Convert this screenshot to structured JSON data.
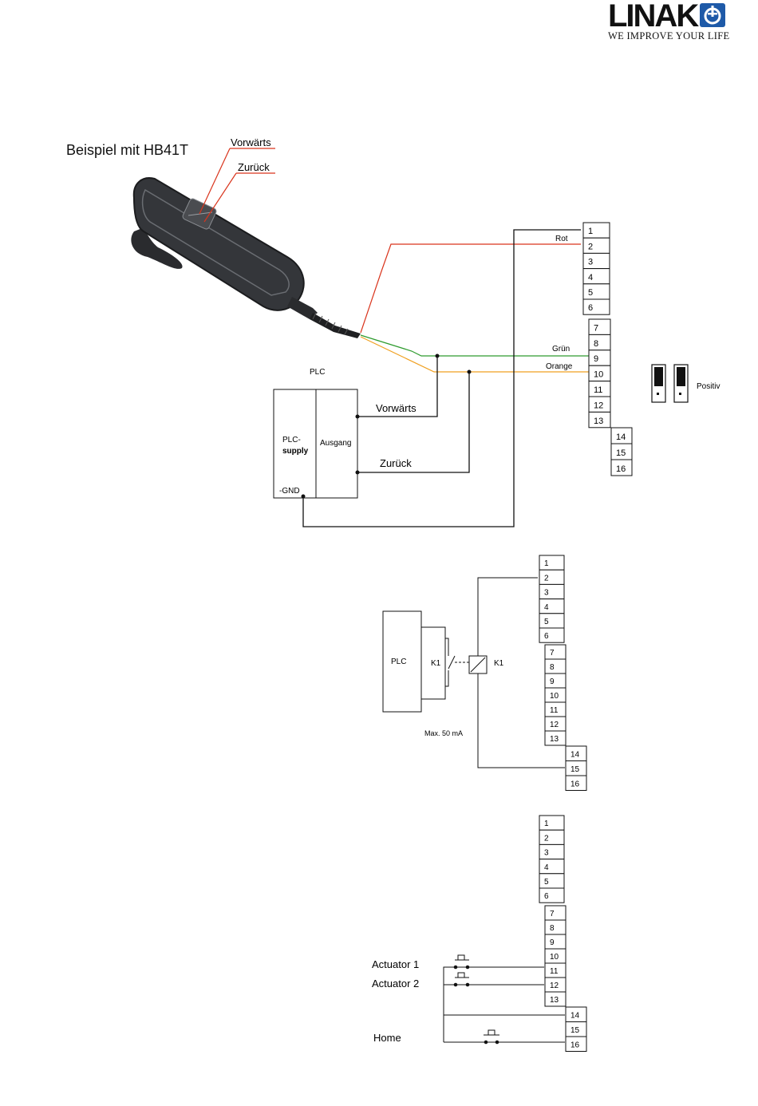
{
  "logo": {
    "word": "LINAK",
    "tagline": "WE IMPROVE YOUR LIFE"
  },
  "diagram1": {
    "title": "Beispiel mit HB41T",
    "button_labels": [
      "Vorwärts",
      "Zurück"
    ],
    "wire_labels": {
      "red": "Rot",
      "green": "Grün",
      "orange": "Orange"
    },
    "plc_label": "PLC",
    "plc_supply_line1": "PLC-",
    "plc_supply_line2": "supply",
    "output_label": "Ausgang",
    "gnd_label": "-GND",
    "out1_label": "Vorwärts",
    "out2_label": "Zurück",
    "switch_label": "Positiv",
    "terminals_a": [
      "1",
      "2",
      "3",
      "4",
      "5",
      "6"
    ],
    "terminals_b": [
      "7",
      "8",
      "9",
      "10",
      "11",
      "12",
      "13"
    ],
    "terminals_c": [
      "14",
      "15",
      "16"
    ]
  },
  "diagram2": {
    "plc_label": "PLC",
    "relay_contact_label": "K1",
    "relay_coil_label": "K1",
    "current_note": "Max. 50 mA",
    "terminals_a": [
      "1",
      "2",
      "3",
      "4",
      "5",
      "6"
    ],
    "terminals_b": [
      "7",
      "8",
      "9",
      "10",
      "11",
      "12",
      "13"
    ],
    "terminals_c": [
      "14",
      "15",
      "16"
    ]
  },
  "diagram3": {
    "switch_labels": [
      "Actuator 1",
      "Actuator 2",
      "Home"
    ],
    "terminals_a": [
      "1",
      "2",
      "3",
      "4",
      "5",
      "6"
    ],
    "terminals_b": [
      "7",
      "8",
      "9",
      "10",
      "11",
      "12",
      "13"
    ],
    "terminals_c": [
      "14",
      "15",
      "16"
    ]
  },
  "colors": {
    "red_wire": "#d9341c",
    "green_wire": "#2e9b2e",
    "orange_wire": "#f0a020",
    "logo_blue": "#1e5aa8"
  }
}
